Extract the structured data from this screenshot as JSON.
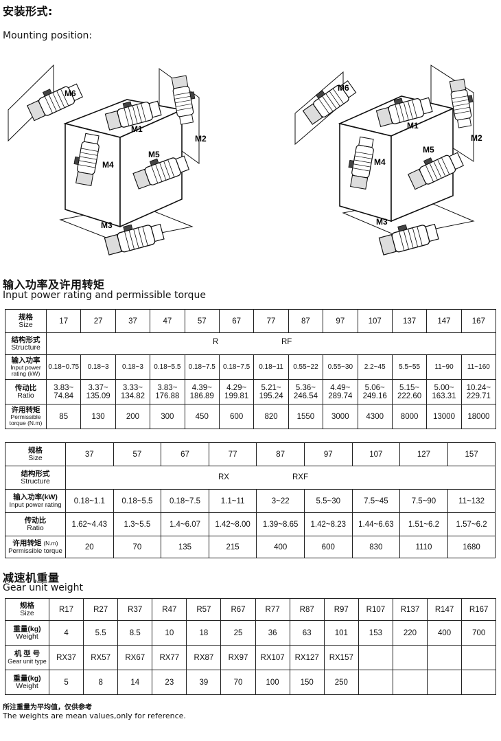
{
  "mounting": {
    "title_cn": "安装形式:",
    "title_en": "Mounting position:",
    "labels": [
      "M1",
      "M2",
      "M3",
      "M4",
      "M5",
      "M6"
    ]
  },
  "power": {
    "title_cn": "输入功率及许用转矩",
    "title_en": "Input power rating and permissible torque"
  },
  "table1": {
    "size_cn": "规格",
    "size_en": "Size",
    "struct_cn": "结构形式",
    "struct_en": "Structure",
    "power_cn": "输入功率",
    "power_en1": "Input power",
    "power_en2": "rating (kW)",
    "ratio_cn": "传动比",
    "ratio_en": "Ratio",
    "torque_cn": "许用转矩",
    "torque_en1": "Permissible",
    "torque_en2": "torque (N.m)",
    "struct_r": "R",
    "struct_rf": "RF",
    "sizes": [
      "17",
      "27",
      "37",
      "47",
      "57",
      "67",
      "77",
      "87",
      "97",
      "107",
      "137",
      "147",
      "167"
    ],
    "power": [
      "0.18~0.75",
      "0.18~3",
      "0.18~3",
      "0.18~5.5",
      "0.18~7.5",
      "0.18~7.5",
      "0.18~11",
      "0.55~22",
      "0.55~30",
      "2.2~45",
      "5.5~55",
      "11~90",
      "11~160"
    ],
    "ratio_lo": [
      "3.83~",
      "3.37~",
      "3.33~",
      "3.83~",
      "4.39~",
      "4.29~",
      "5.21~",
      "5.36~",
      "4.49~",
      "5.06~",
      "5.15~",
      "5.00~",
      "10.24~"
    ],
    "ratio_hi": [
      "74.84",
      "135.09",
      "134.82",
      "176.88",
      "186.89",
      "199.81",
      "195.24",
      "246.54",
      "289.74",
      "249.16",
      "222.60",
      "163.31",
      "229.71"
    ],
    "torque": [
      "85",
      "130",
      "200",
      "300",
      "450",
      "600",
      "820",
      "1550",
      "3000",
      "4300",
      "8000",
      "13000",
      "18000"
    ]
  },
  "table2": {
    "size_cn": "规格",
    "size_en": "Size",
    "struct_cn": "结构形式",
    "struct_en": "Structure",
    "power_cn": "输入功率(kW)",
    "power_en": "Input power rating",
    "ratio_cn": "传动比",
    "ratio_en": "Ratio",
    "torque_cn": "许用转矩",
    "torque_unit": "(N.m)",
    "torque_en": "Permissible torque",
    "struct_rx": "RX",
    "struct_rxf": "RXF",
    "sizes": [
      "37",
      "57",
      "67",
      "77",
      "87",
      "97",
      "107",
      "127",
      "157"
    ],
    "power": [
      "0.18~1.1",
      "0.18~5.5",
      "0.18~7.5",
      "1.1~11",
      "3~22",
      "5.5~30",
      "7.5~45",
      "7.5~90",
      "11~132"
    ],
    "ratio": [
      "1.62~4.43",
      "1.3~5.5",
      "1.4~6.07",
      "1.42~8.00",
      "1.39~8.65",
      "1.42~8.23",
      "1.44~6.63",
      "1.51~6.2",
      "1.57~6.2"
    ],
    "torque": [
      "20",
      "70",
      "135",
      "215",
      "400",
      "600",
      "830",
      "1110",
      "1680"
    ]
  },
  "weight": {
    "title_cn": "减速机重量",
    "title_en": "Gear unit weight"
  },
  "table3": {
    "size_cn": "规格",
    "size_en": "Size",
    "weight_cn": "重量(kg)",
    "weight_en": "Weight",
    "type_cn": "机 型 号",
    "type_en": "Gear unit type",
    "sizes": [
      "R17",
      "R27",
      "R37",
      "R47",
      "R57",
      "R67",
      "R77",
      "R87",
      "R97",
      "R107",
      "R137",
      "R147",
      "R167"
    ],
    "weights": [
      "4",
      "5.5",
      "8.5",
      "10",
      "18",
      "25",
      "36",
      "63",
      "101",
      "153",
      "220",
      "400",
      "700"
    ],
    "types": [
      "RX37",
      "RX57",
      "RX67",
      "RX77",
      "RX87",
      "RX97",
      "RX107",
      "RX127",
      "RX157",
      "",
      "",
      "",
      ""
    ],
    "weights2": [
      "5",
      "8",
      "14",
      "23",
      "39",
      "70",
      "100",
      "150",
      "250",
      "",
      "",
      "",
      ""
    ]
  },
  "notes": {
    "cn": "所注重量为平均值，仅供参考",
    "en": "The weights are mean values,only for reference."
  }
}
